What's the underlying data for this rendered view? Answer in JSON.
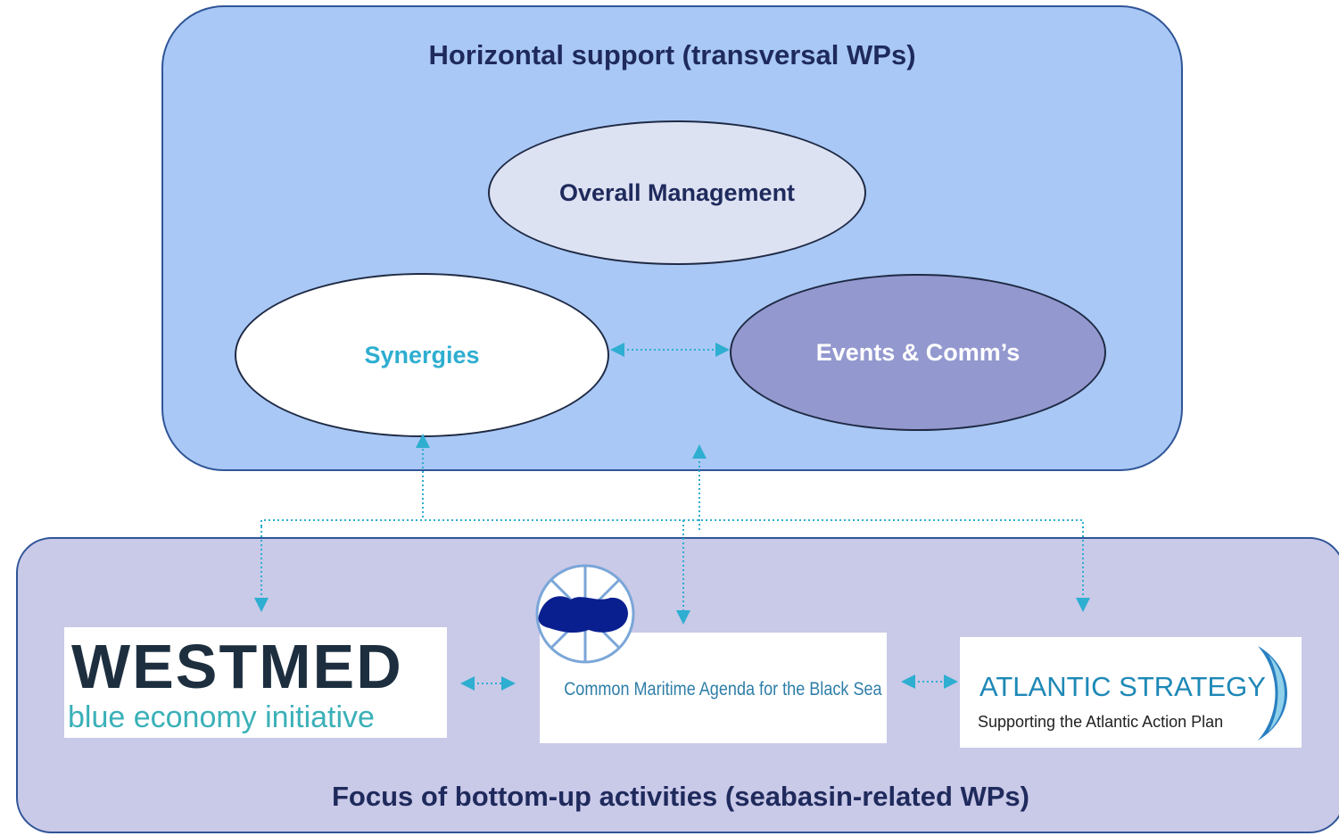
{
  "top_panel": {
    "title": "Horizontal support (transversal WPs)"
  },
  "nodes": {
    "management": "Overall Management",
    "synergies": "Synergies",
    "events": "Events & Comm’s"
  },
  "bottom_panel": {
    "title": "Focus of bottom-up activities (seabasin-related WPs)"
  },
  "logos": {
    "westmed": {
      "word": "WESTMED",
      "sub": "blue economy initiative"
    },
    "black_sea": {
      "text": "Common Maritime Agenda for the Black Sea"
    },
    "atlantic": {
      "title": "ATLANTIC STRATEGY",
      "sub": "Supporting the Atlantic Action Plan"
    }
  },
  "colors": {
    "top_panel": "#a9c8f5",
    "bottom_panel": "#c9c9e8",
    "connector": "#2eaed0",
    "events_fill": "#9398cf"
  }
}
